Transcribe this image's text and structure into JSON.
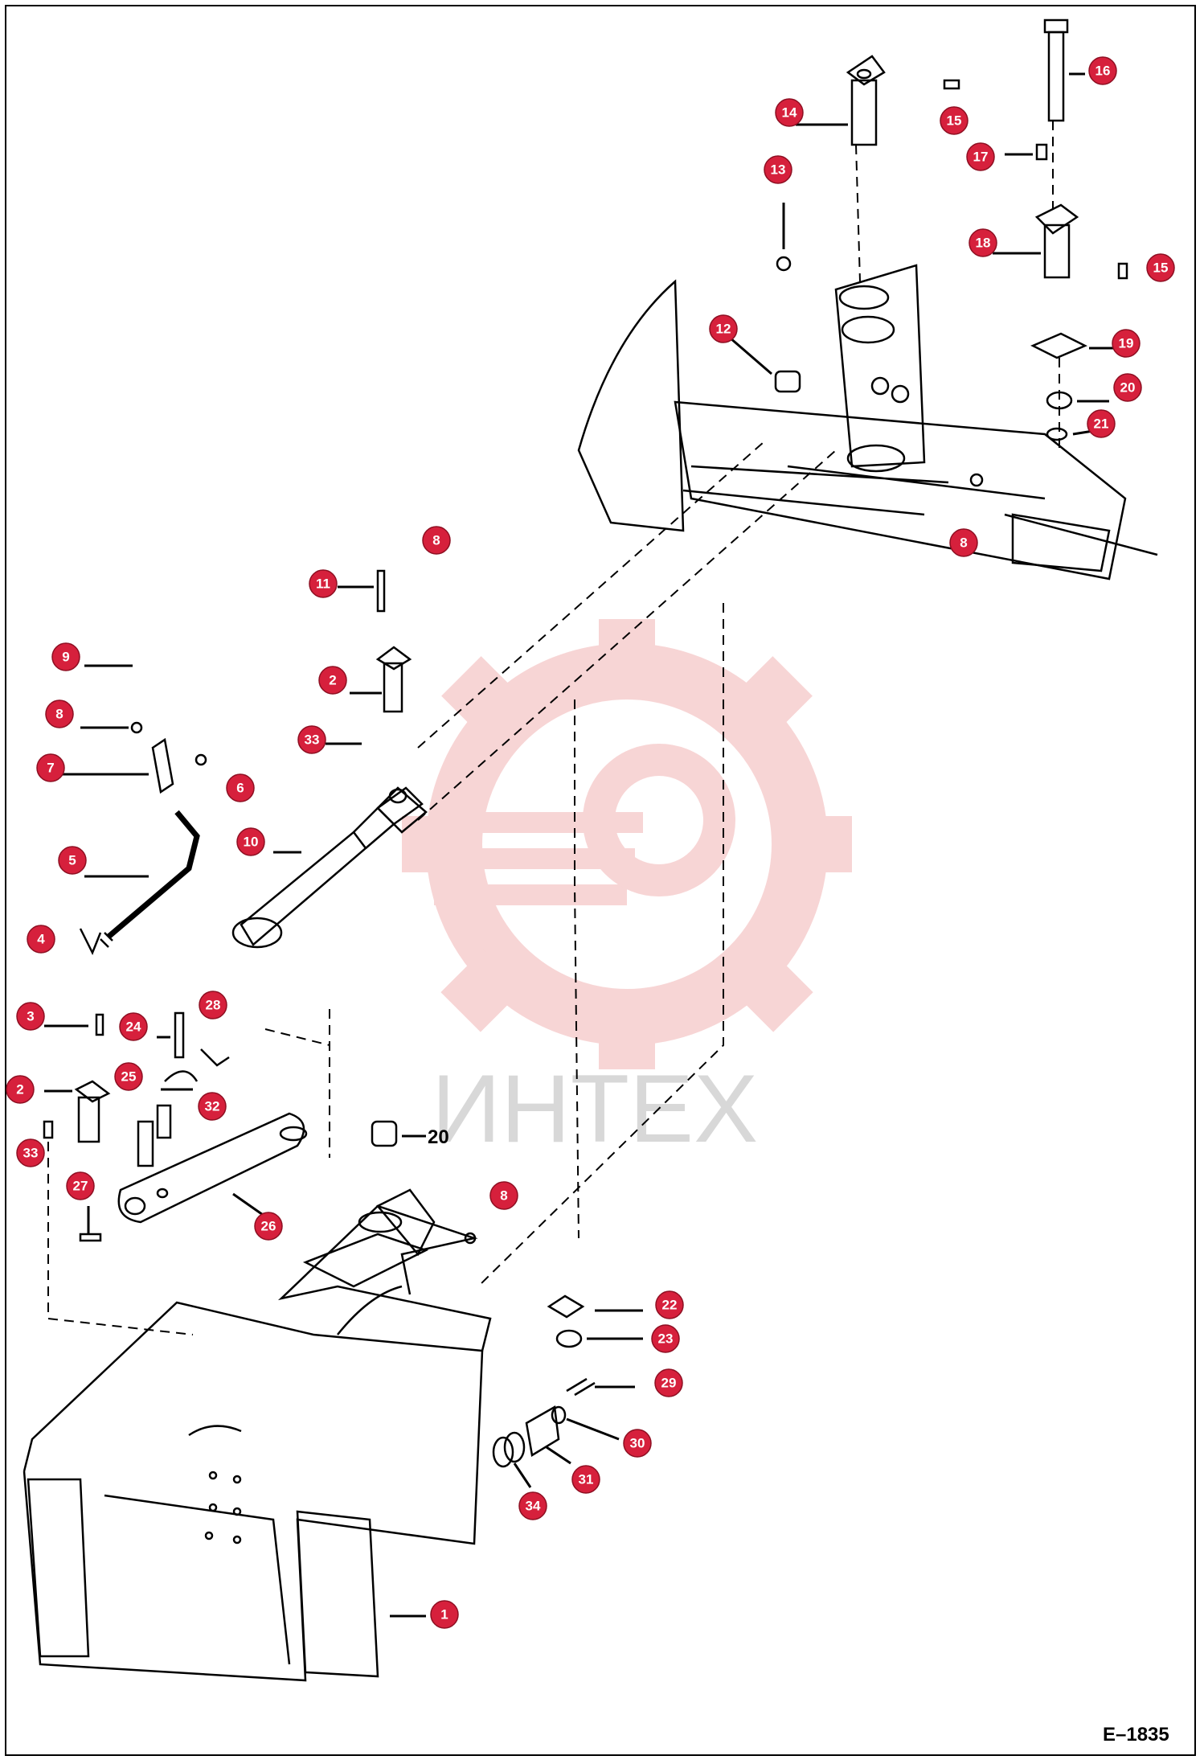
{
  "figure": {
    "reference": "E–1835",
    "watermark_text": "ИНТЕХ",
    "callout_color": "#d6203c",
    "watermark_color": "#f2b3b3"
  },
  "callouts": [
    {
      "id": "c16",
      "label": "16"
    },
    {
      "id": "c14",
      "label": "14"
    },
    {
      "id": "c15a",
      "label": "15"
    },
    {
      "id": "c17",
      "label": "17"
    },
    {
      "id": "c13",
      "label": "13"
    },
    {
      "id": "c18",
      "label": "18"
    },
    {
      "id": "c15b",
      "label": "15"
    },
    {
      "id": "c12",
      "label": "12"
    },
    {
      "id": "c19",
      "label": "19"
    },
    {
      "id": "c20a",
      "label": "20"
    },
    {
      "id": "c21",
      "label": "21"
    },
    {
      "id": "c8a",
      "label": "8"
    },
    {
      "id": "c8b",
      "label": "8"
    },
    {
      "id": "c11",
      "label": "11"
    },
    {
      "id": "c9",
      "label": "9"
    },
    {
      "id": "c2a",
      "label": "2"
    },
    {
      "id": "c8c",
      "label": "8"
    },
    {
      "id": "c33a",
      "label": "33"
    },
    {
      "id": "c7",
      "label": "7"
    },
    {
      "id": "c6",
      "label": "6"
    },
    {
      "id": "c5",
      "label": "5"
    },
    {
      "id": "c10",
      "label": "10"
    },
    {
      "id": "c4",
      "label": "4"
    },
    {
      "id": "c3",
      "label": "3"
    },
    {
      "id": "c24",
      "label": "24"
    },
    {
      "id": "c28",
      "label": "28"
    },
    {
      "id": "c2b",
      "label": "2"
    },
    {
      "id": "c25",
      "label": "25"
    },
    {
      "id": "c32",
      "label": "32"
    },
    {
      "id": "c33b",
      "label": "33"
    },
    {
      "id": "c27",
      "label": "27"
    },
    {
      "id": "c26",
      "label": "26"
    },
    {
      "id": "c8d",
      "label": "8"
    },
    {
      "id": "c22",
      "label": "22"
    },
    {
      "id": "c23",
      "label": "23"
    },
    {
      "id": "c29",
      "label": "29"
    },
    {
      "id": "c30",
      "label": "30"
    },
    {
      "id": "c31",
      "label": "31"
    },
    {
      "id": "c34",
      "label": "34"
    },
    {
      "id": "c1",
      "label": "1"
    }
  ],
  "plain_labels": [
    {
      "id": "p20",
      "label": "20"
    }
  ]
}
